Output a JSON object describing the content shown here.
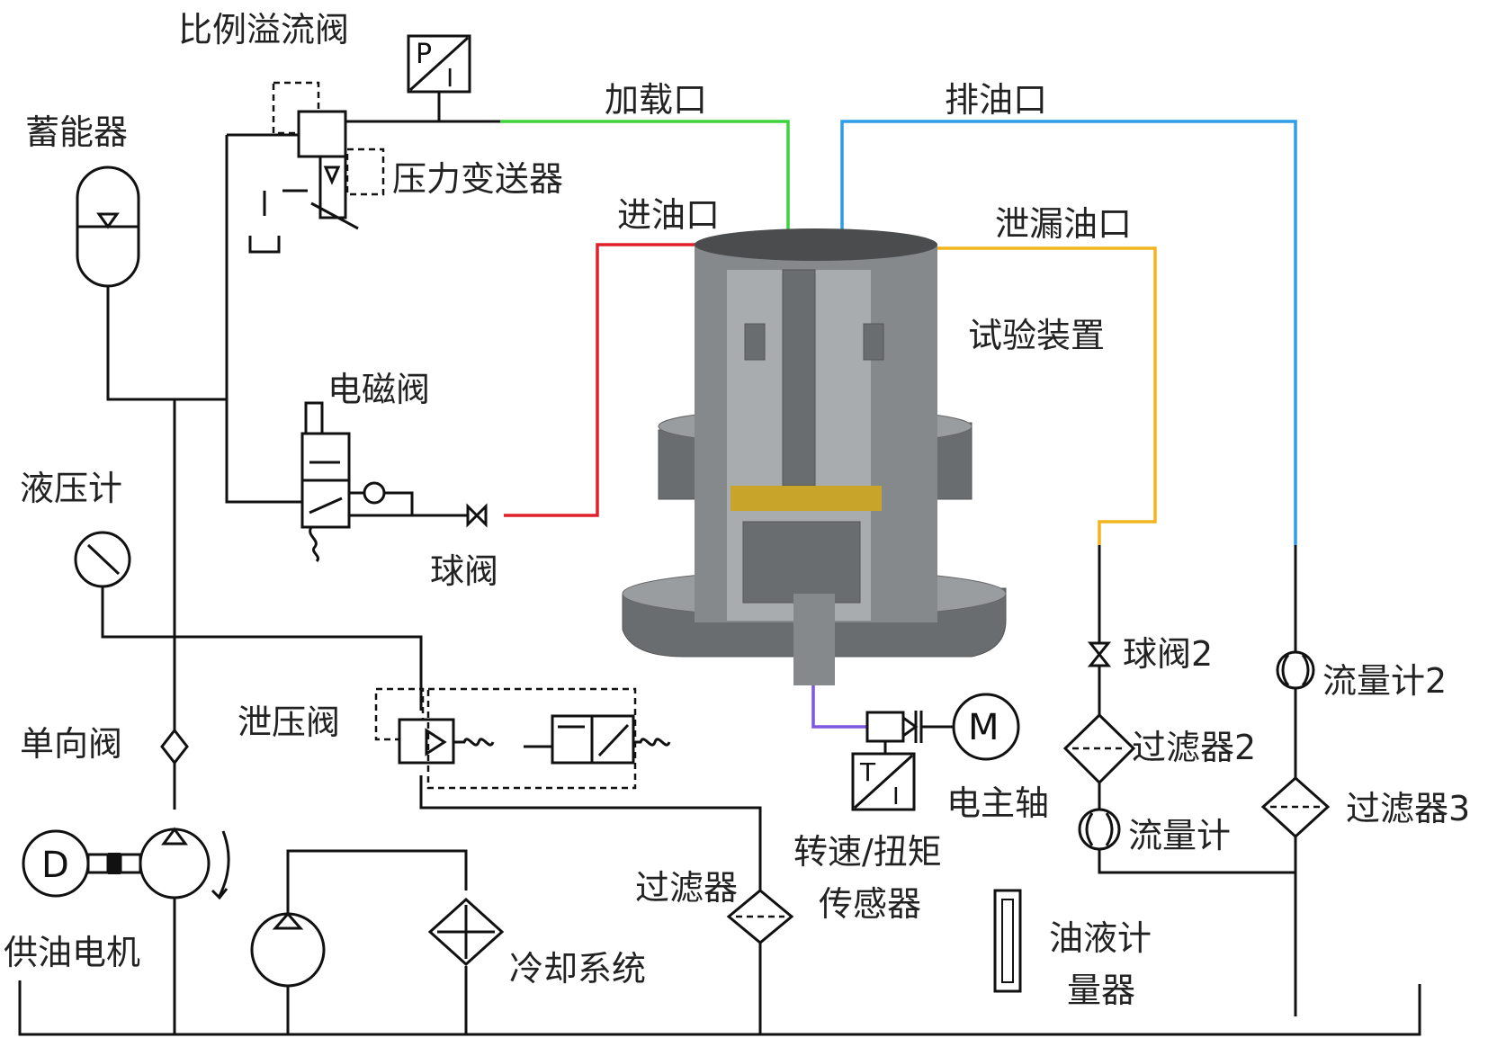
{
  "colors": {
    "load_port": "#3fd23f",
    "drain_port": "#2f9ce6",
    "inlet_port": "#e0202a",
    "leak_port": "#f2b51f",
    "spindle_link": "#7e57e0",
    "device_body": "#86898c",
    "bearing": "#c9a42b"
  },
  "labels": {
    "proportional_relief_valve": "比例溢流阀",
    "accumulator": "蓄能器",
    "pressure_transmitter": "压力变送器",
    "load_port": "加载口",
    "drain_port": "排油口",
    "inlet_port": "进油口",
    "leak_port": "泄漏油口",
    "test_device": "试验装置",
    "solenoid_valve": "电磁阀",
    "hydraulic_gauge": "液压计",
    "ball_valve": "球阀",
    "ball_valve_2": "球阀2",
    "flowmeter_2": "流量计2",
    "relief_valve": "泄压阀",
    "filter_2": "过滤器2",
    "check_valve": "单向阀",
    "filter_3": "过滤器3",
    "electric_spindle": "电主轴",
    "flowmeter": "流量计",
    "speed_torque_sensor_l1": "转速/扭矩",
    "speed_torque_sensor_l2": "传感器",
    "filter": "过滤器",
    "oil_level_gauge_l1": "油液计",
    "oil_level_gauge_l2": "量器",
    "supply_motor": "供油电机",
    "cooling_system": "冷却系统"
  },
  "glyphs": {
    "transducer_p": "P",
    "transducer_i": "I",
    "sensor_t": "T",
    "sensor_i": "I",
    "motor_m": "M",
    "motor_d": "D"
  }
}
